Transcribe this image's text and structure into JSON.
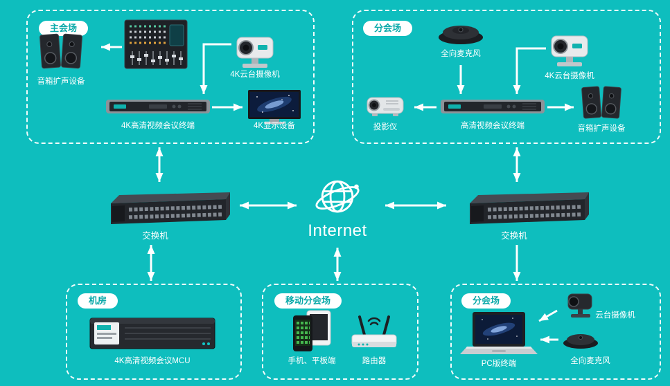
{
  "colors": {
    "background": "#0ebebe",
    "box_border": "#ffffff",
    "pill_bg": "#ffffff",
    "pill_text": "#0aa9a9",
    "label_text": "#ffffff",
    "arrow": "#ffffff",
    "brand_accent": "#0fb2ae"
  },
  "groups": {
    "main_venue": {
      "title": "主会场"
    },
    "branch_top": {
      "title": "分会场"
    },
    "machine_room": {
      "title": "机房"
    },
    "mobile_branch": {
      "title": "移动分会场"
    },
    "branch_bottom": {
      "title": "分会场"
    }
  },
  "labels": {
    "speakers_main": "音箱扩声设备",
    "camera_main": "4K云台摄像机",
    "terminal_main": "4K高清视频会议终端",
    "display_main": "4K显示设备",
    "omni_mic_top": "全向麦克风",
    "camera_branch": "4K云台摄像机",
    "projector": "投影仪",
    "terminal_branch": "高清视频会议终端",
    "speakers_branch": "音箱扩声设备",
    "switch_left": "交换机",
    "switch_right": "交换机",
    "internet": "Internet",
    "mcu": "4K高清视频会议MCU",
    "mobile_devices": "手机、平板端",
    "router": "路由器",
    "pc_terminal": "PC版终端",
    "camera_small": "云台摄像机",
    "omni_mic_bottom": "全向麦克风"
  }
}
